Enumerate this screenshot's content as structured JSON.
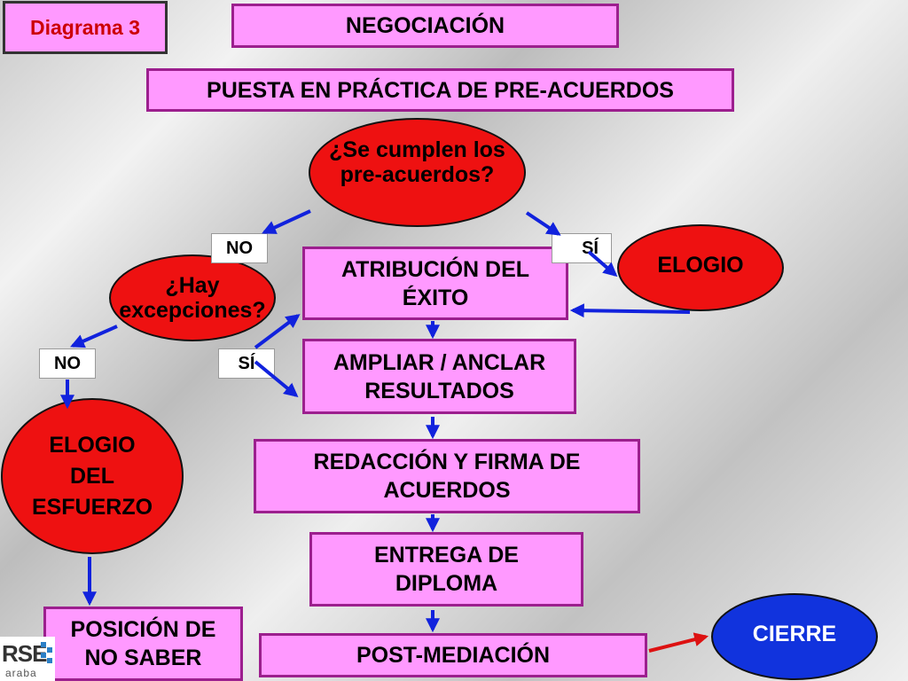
{
  "diagram_label": "Diagrama 3",
  "nodes": {
    "negociacion": "NEGOCIACIÓN",
    "puesta": "PUESTA EN PRÁCTICA DE PRE-ACUERDOS",
    "se_cumplen": "¿Se cumplen los\npre-acuerdos?",
    "hay_excepciones": "¿Hay\nexcepciones?",
    "elogio": "ELOGIO",
    "atribucion": "ATRIBUCIÓN DEL\nÉXITO",
    "ampliar": "AMPLIAR / ANCLAR\nRESULTADOS",
    "elogio_esfuerzo": "ELOGIO\nDEL\nESFUERZO",
    "redaccion": "REDACCIÓN Y FIRMA DE\nACUERDOS",
    "entrega": "ENTREGA DE\nDIPLOMA",
    "posicion": "POSICIÓN DE\nNO SABER",
    "post": "POST-MEDIACIÓN",
    "cierre": "CIERRE"
  },
  "labels": {
    "no_1": "NO",
    "si_1": "SÍ",
    "no_2": "NO",
    "si_2": "SÍ"
  },
  "logo": {
    "text_top": "RSE",
    "text_bottom": "araba"
  },
  "colors": {
    "box_fill": "#ff99ff",
    "box_border": "#9c1f8e",
    "decision_fill": "#ee1111",
    "end_fill": "#1133dd",
    "arrow": "#1122dd",
    "arrow_end": "#dd1111"
  }
}
